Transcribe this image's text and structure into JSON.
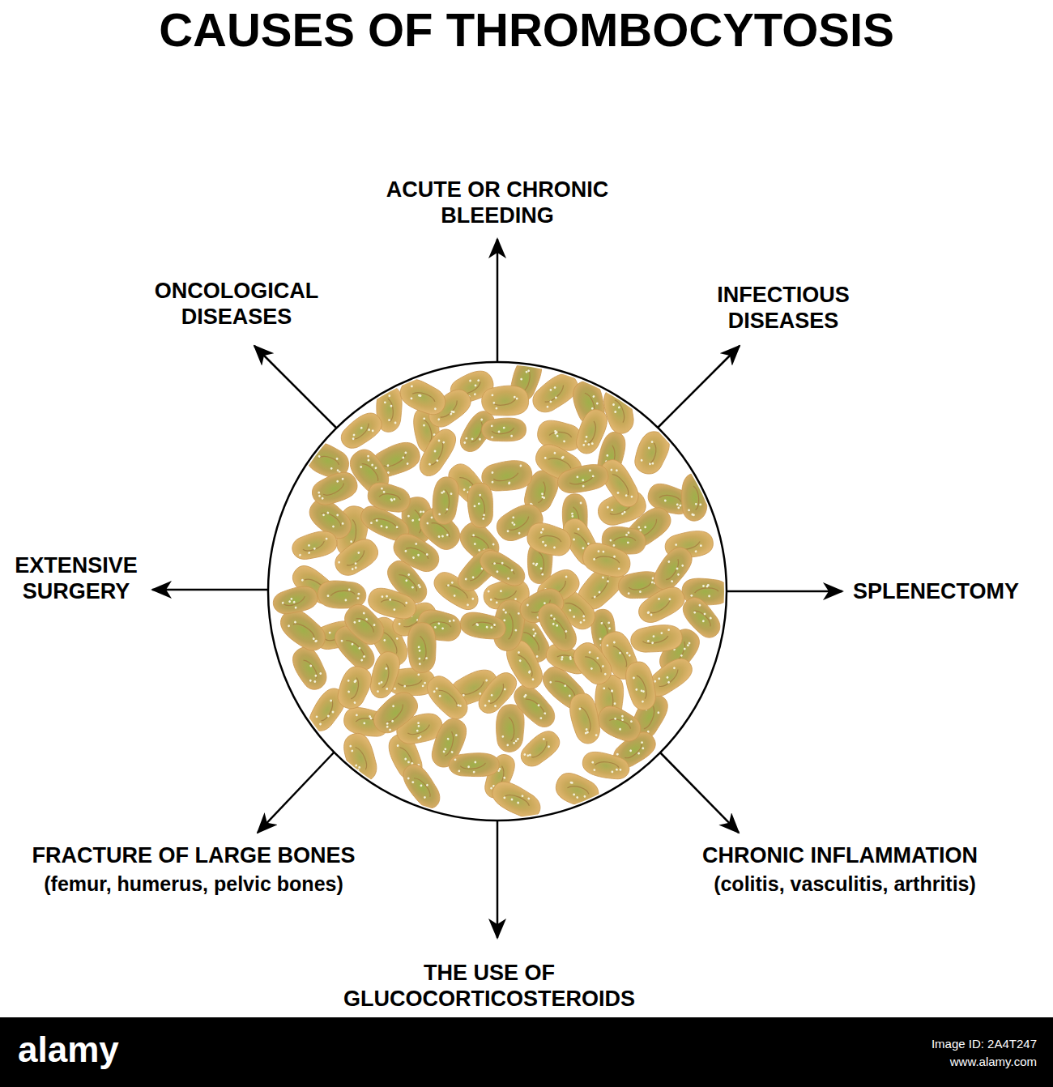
{
  "diagram": {
    "title": "CAUSES OF THROMBOCYTOSIS",
    "labels": [
      "ACUTE OR CHRONIC BLEEDING",
      "ONCOLOGICAL DISEASES",
      "INFECTIOUS DISEASES",
      "EXTENSIVE SURGERY",
      "SPLENECTOMY",
      "FRACTURE OF LARGE BONES",
      "(femur, humerus, pelvic bones)",
      "CHRONIC INFLAMMATION",
      "(colitis, vasculitis, arthritis)",
      "THE USE OF GLUCOCORTICOSTEROIDS",
      "alamy",
      "Image ID: 2A4T247",
      "www.alamy.com"
    ]
  }
}
